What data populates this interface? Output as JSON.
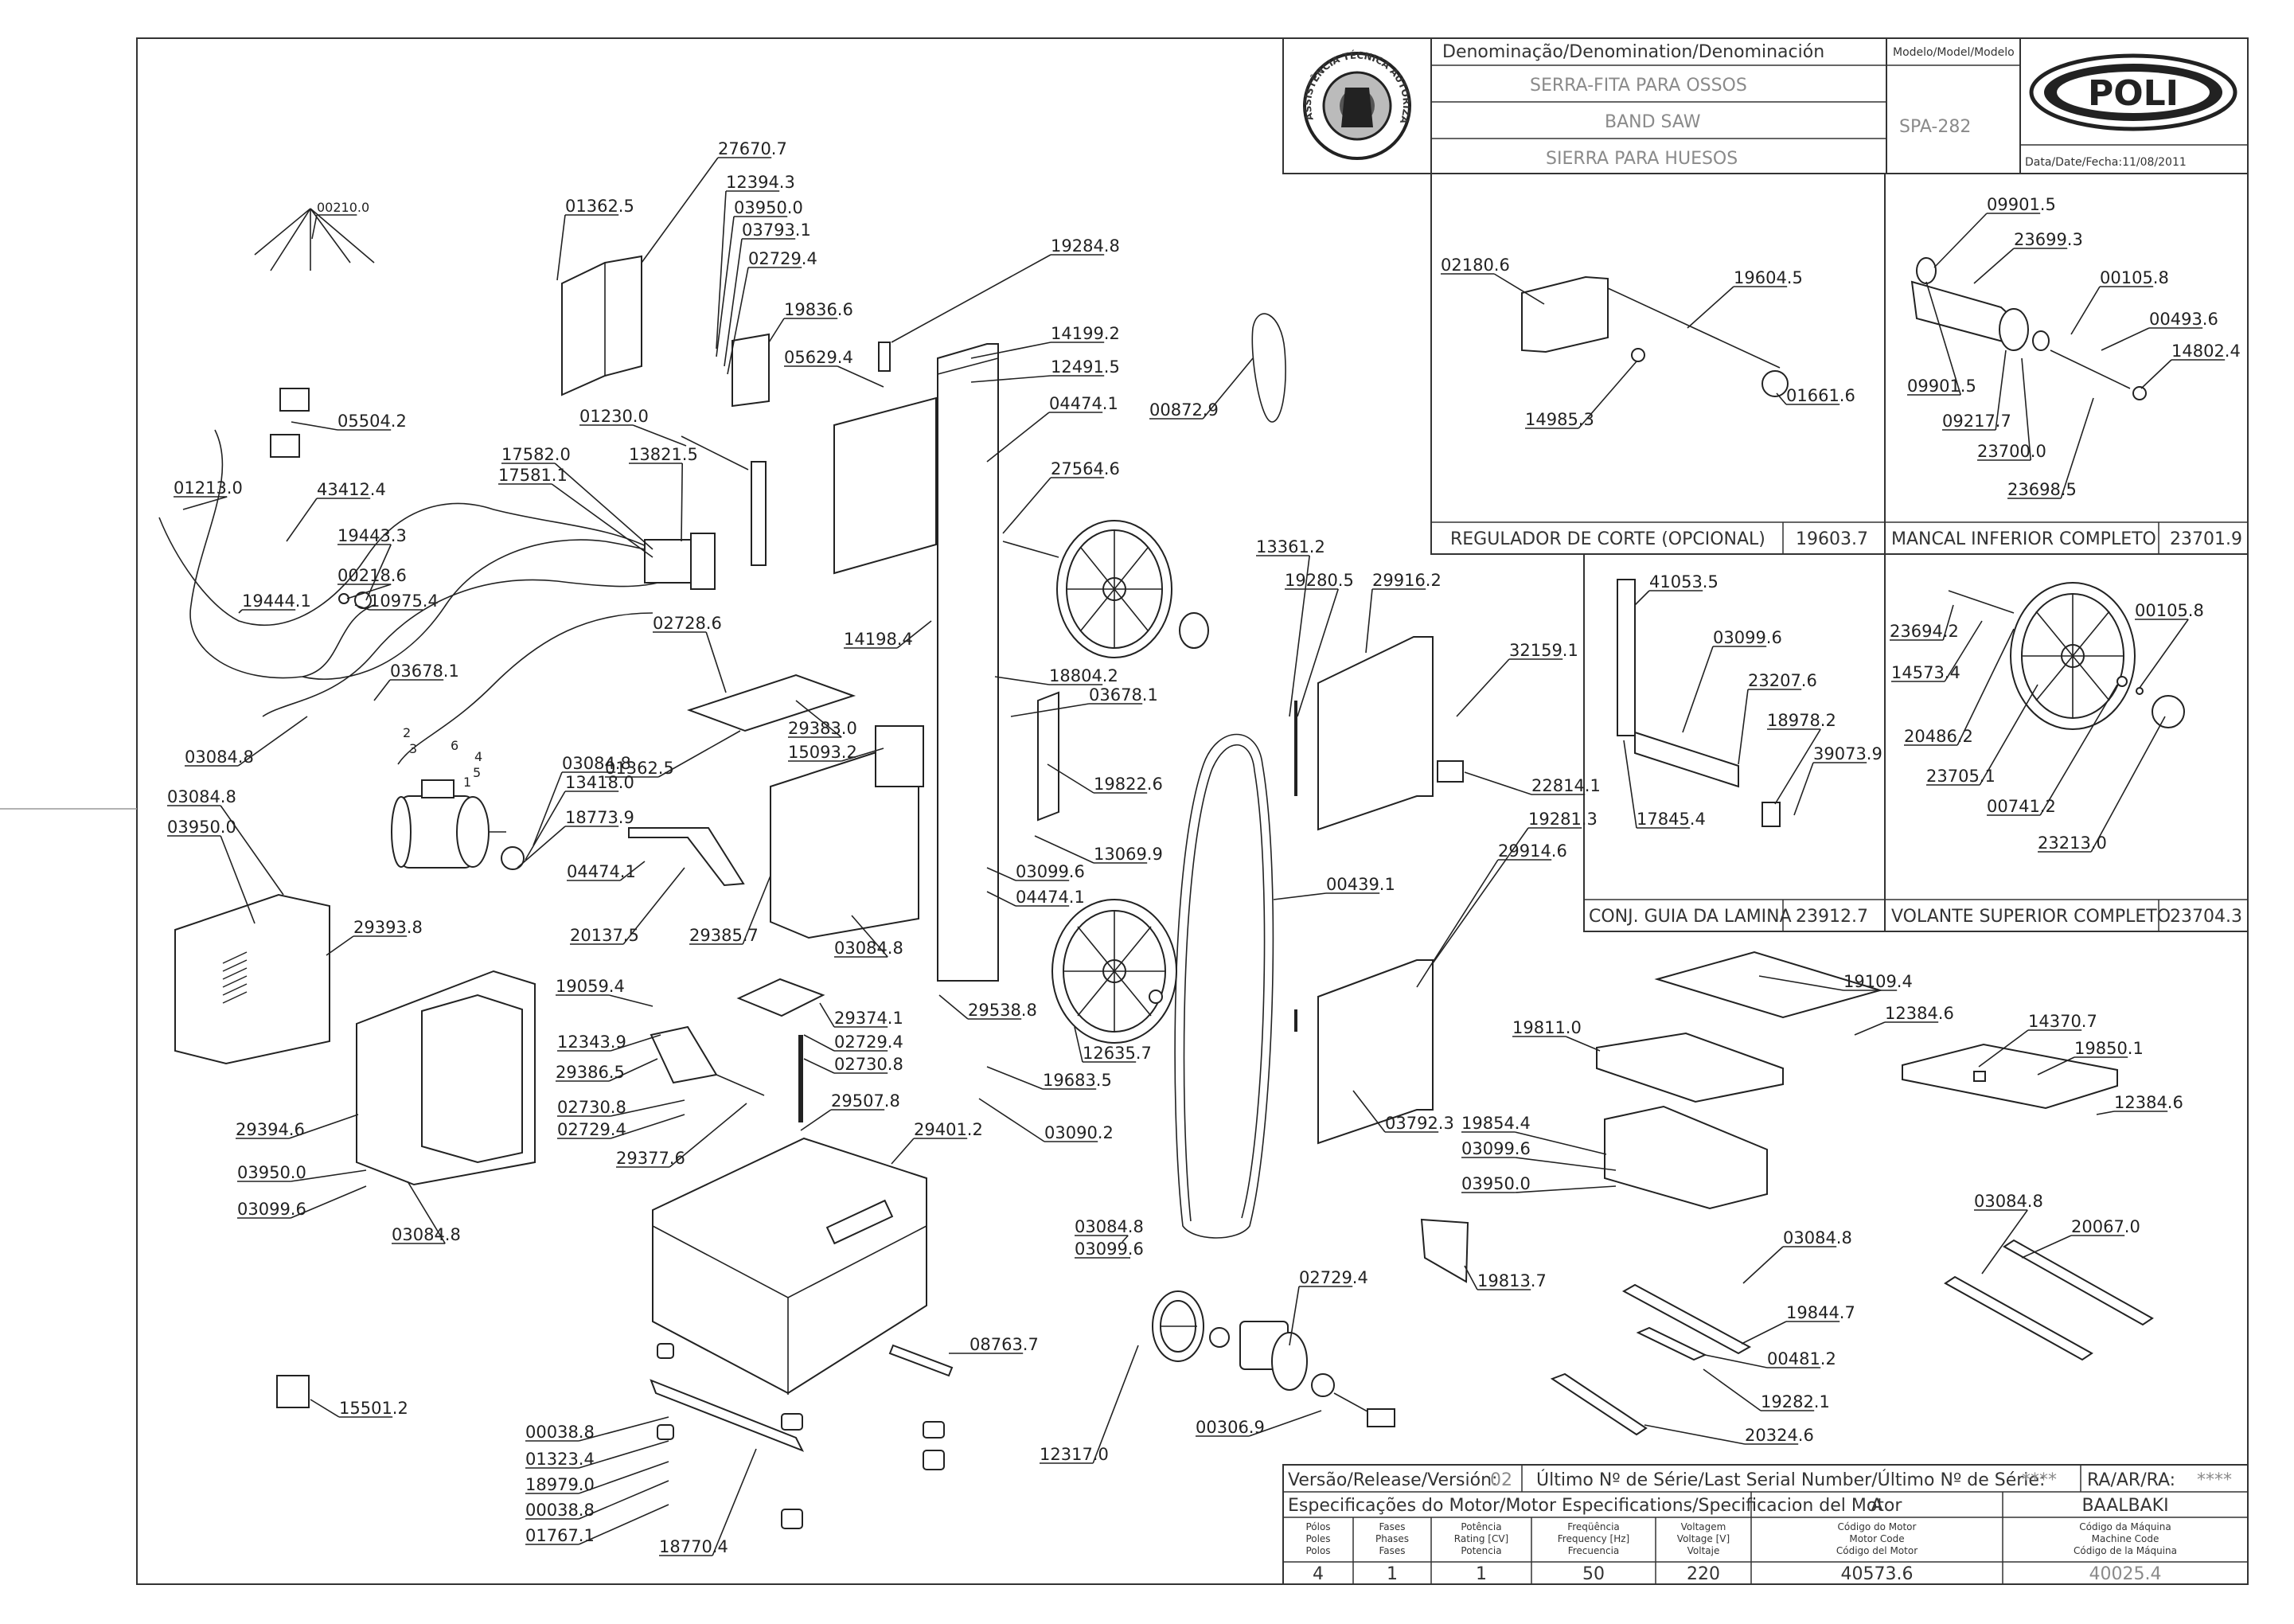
{
  "title_block": {
    "denomination_header": "Denominação/Denomination/Denominación",
    "model_header": "Modelo/Model/Modelo",
    "name_pt": "SERRA-FITA PARA OSSOS",
    "name_en": "BAND SAW",
    "name_es": "SIERRA PARA HUESOS",
    "model": "SPA-282",
    "brand": "POLI",
    "date": "Data/Date/Fecha:11/08/2011",
    "stamp_text": "ASSISTÊNCIA TÉCNICA AUTORIZADA"
  },
  "sub_assemblies": [
    {
      "name": "REGULADOR DE CORTE (OPCIONAL)",
      "code": "19603.7"
    },
    {
      "name": "MANCAL INFERIOR COMPLETO",
      "code": "23701.9"
    },
    {
      "name": "CONJ. GUIA DA LAMINA",
      "code": "23912.7"
    },
    {
      "name": "VOLANTE SUPERIOR COMPLETO",
      "code": "23704.3"
    }
  ],
  "footer": {
    "version_label": "Versão/Release/Versión:",
    "version_value": "02",
    "serial_label": "Último Nº de Série/Last Serial Number/Último Nº de Série:",
    "serial_value": "****",
    "ra_label": "RA/AR/RA:",
    "ra_value": "****",
    "motor_spec_label": "Especificações do Motor/Motor Especifications/Specificacion del Motor",
    "motor_col_a": "A",
    "motor_col_b": "BAALBAKI",
    "cols": [
      {
        "h1": "Pólos",
        "h2": "Poles",
        "h3": "Polos",
        "value": "4"
      },
      {
        "h1": "Fases",
        "h2": "Phases",
        "h3": "Fases",
        "value": "1"
      },
      {
        "h1": "Potência",
        "h2": "Rating [CV]",
        "h3": "Potencia",
        "value": "1"
      },
      {
        "h1": "Freqüência",
        "h2": "Frequency [Hz]",
        "h3": "Frecuencia",
        "value": "50"
      },
      {
        "h1": "Voltagem",
        "h2": "Voltage [V]",
        "h3": "Voltaje",
        "value": "220"
      },
      {
        "h1": "Código do Motor",
        "h2": "Motor Code",
        "h3": "Código del Motor",
        "value": "40573.6"
      },
      {
        "h1": "Código da Máquina",
        "h2": "Machine Code",
        "h3": "Código de la Máquina",
        "value": "40025.4"
      }
    ]
  },
  "wire_numbers": [
    "1",
    "2",
    "3",
    "4",
    "5",
    "6"
  ],
  "part_labels": [
    "00210.0",
    "27670.7",
    "12394.3",
    "03950.0",
    "03793.1",
    "02729.4",
    "01362.5",
    "19836.6",
    "19284.8",
    "05629.4",
    "14199.2",
    "12491.5",
    "04474.1",
    "00872.9",
    "05504.2",
    "01213.0",
    "43412.4",
    "01230.0",
    "27564.6",
    "17582.0",
    "17581.1",
    "13821.5",
    "19443.3",
    "00218.6",
    "10975.4",
    "19444.1",
    "03678.1",
    "03084.8",
    "02728.6",
    "14198.4",
    "18804.2",
    "03678.1",
    "29383.0",
    "01362.5",
    "15093.2",
    "03084.8",
    "13418.0",
    "18773.9",
    "03084.8",
    "03950.0",
    "04474.1",
    "19822.6",
    "13069.9",
    "03099.6",
    "04474.1",
    "29393.8",
    "20137.5",
    "29385.7",
    "03084.8",
    "19059.4",
    "29374.1",
    "12343.9",
    "02729.4",
    "29386.5",
    "02730.8",
    "29538.8",
    "12635.7",
    "19683.5",
    "02730.8",
    "02729.4",
    "29394.6",
    "29507.8",
    "29377.6",
    "29401.2",
    "03090.2",
    "03950.0",
    "03099.6",
    "03084.8",
    "13361.2",
    "19280.5",
    "29916.2",
    "32159.1",
    "22814.1",
    "19281.3",
    "00439.1",
    "29914.6",
    "03792.3",
    "03084.8",
    "03099.6",
    "02729.4",
    "12317.0",
    "00306.9",
    "08763.7",
    "15501.2",
    "00038.8",
    "01323.4",
    "18979.0",
    "00038.8",
    "01767.1",
    "18770.4",
    "19813.7",
    "19109.4",
    "12384.6",
    "19811.0",
    "14370.7",
    "19850.1",
    "12384.6",
    "19854.4",
    "03099.6",
    "03950.0",
    "03084.8",
    "19844.7",
    "00481.2",
    "19282.1",
    "20324.6",
    "03084.8",
    "20067.0",
    "02180.6",
    "19604.5",
    "14985.3",
    "01661.6",
    "09901.5",
    "23699.3",
    "00105.8",
    "00493.6",
    "14802.4",
    "09901.5",
    "09217.7",
    "23700.0",
    "23698.5",
    "41053.5",
    "03099.6",
    "23207.6",
    "18978.2",
    "39073.9",
    "17845.4",
    "23694.2",
    "00105.8",
    "14573.4",
    "20486.2",
    "23705.1",
    "00741.2",
    "23213.0"
  ]
}
